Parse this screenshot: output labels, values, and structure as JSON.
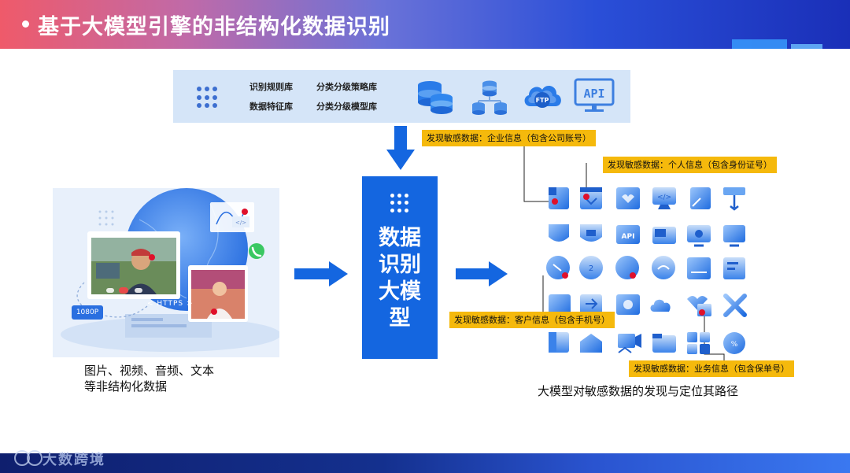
{
  "header": {
    "title": "基于大模型引擎的非结构化数据识别"
  },
  "knowledge_bar": {
    "items": [
      "识别规则库",
      "分类分级策略库",
      "数据特征库",
      "分类分级模型库"
    ],
    "icons": [
      "database-icon",
      "distributed-database-icon",
      "ftp-cloud-icon",
      "api-monitor-icon"
    ],
    "api_label": "API",
    "ftp_label": "FTP"
  },
  "source": {
    "video_badge": "1080P",
    "https_label": "< HTTPS >",
    "caption_line1": "图片、视频、音频、文本",
    "caption_line2": "等非结构化数据"
  },
  "model": {
    "line1": "数据",
    "line2": "识别",
    "line3": "大模",
    "line4": "型"
  },
  "callouts": {
    "enterprise": "发现敏感数据：企业信息（包含公司账号）",
    "personal": "发现敏感数据：个人信息（包含身份证号）",
    "customer": "发现敏感数据：客户信息（包含手机号）",
    "business": "发现敏感数据：业务信息（包含保单号）"
  },
  "destination": {
    "caption": "大模型对敏感数据的发现与定位其路径"
  },
  "footer": {
    "logo_text": "大数跨境"
  },
  "colors": {
    "primary_blue": "#1466e0",
    "callout_yellow": "#f5b90c",
    "marker_red": "#e0102a",
    "bar_bg": "#d5e5f8"
  }
}
